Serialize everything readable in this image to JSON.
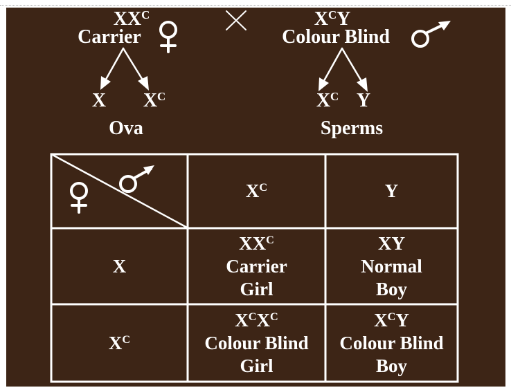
{
  "cross": {
    "female_parent": {
      "genotype_base": "XX",
      "genotype_sup": "C",
      "phenotype": "Carrier",
      "symbol": "female-symbol"
    },
    "cross_symbol": "×",
    "male_parent": {
      "genotype_pre": "X",
      "genotype_sup": "C",
      "genotype_post": "Y",
      "phenotype": "Colour Blind",
      "symbol": "male-symbol"
    }
  },
  "gametes": {
    "female": {
      "items": [
        {
          "base": "X",
          "sup": ""
        },
        {
          "base": "X",
          "sup": "C"
        }
      ],
      "label": "Ova"
    },
    "male": {
      "items": [
        {
          "base": "X",
          "sup": "C"
        },
        {
          "base": "Y",
          "sup": ""
        }
      ],
      "label": "Sperms"
    }
  },
  "punnett": {
    "corner": {
      "female_symbol": "female-symbol",
      "male_symbol": "male-symbol"
    },
    "col_headers": [
      {
        "base": "X",
        "sup": "C"
      },
      {
        "base": "Y",
        "sup": ""
      }
    ],
    "rows": [
      {
        "header": {
          "base": "X",
          "sup": ""
        },
        "cells": [
          {
            "genotype": [
              [
                "X",
                ""
              ],
              [
                "X",
                "C"
              ]
            ],
            "line1": "Carrier",
            "line2": "Girl"
          },
          {
            "genotype": [
              [
                "X",
                ""
              ],
              [
                "Y",
                ""
              ]
            ],
            "line1": "Normal",
            "line2": "Boy"
          }
        ]
      },
      {
        "header": {
          "base": "X",
          "sup": "C"
        },
        "cells": [
          {
            "genotype": [
              [
                "X",
                "C"
              ],
              [
                "X",
                "C"
              ]
            ],
            "line1": "Colour Blind",
            "line2": "Girl"
          },
          {
            "genotype": [
              [
                "X",
                "C"
              ],
              [
                "Y",
                ""
              ]
            ],
            "line1": "Colour Blind",
            "line2": "Boy"
          }
        ]
      }
    ]
  },
  "colors": {
    "background": "#3d2516",
    "foreground": "#ffffff"
  }
}
